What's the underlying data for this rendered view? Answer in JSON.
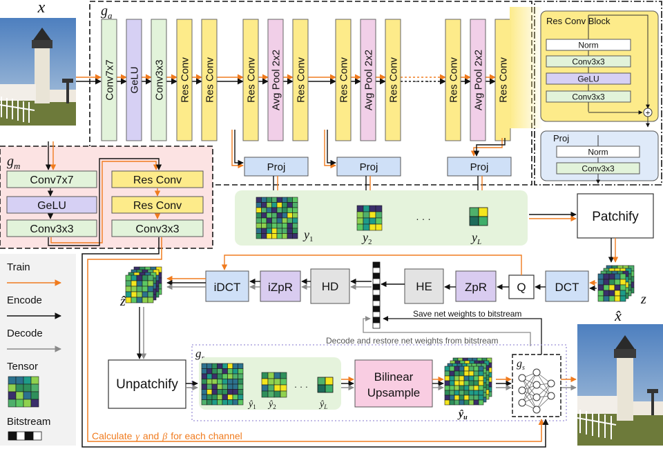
{
  "symbols": {
    "x": "x",
    "x_hat": "x̂",
    "g_a": "g",
    "g_a_sub": "a",
    "g_m": "g",
    "g_m_sub": "m",
    "g_r": "g",
    "g_r_sub": "r",
    "g_s": "g",
    "g_s_sub": "s",
    "y1": "y",
    "y1_sub": "1",
    "y2": "y",
    "y2_sub": "2",
    "yL": "y",
    "yL_sub": "L",
    "z": "z",
    "z_hat": "ẑ",
    "y1_hat": "ŷ",
    "y2_hat": "ŷ",
    "yL_hat": "ŷ",
    "yu_hat": "ŷ",
    "yu_sub": "u",
    "ellipsis": "· · ·"
  },
  "g_a": {
    "blocks": [
      "Conv7x7",
      "GeLU",
      "Conv3x3",
      "Res Conv",
      "Res Conv",
      "Res Conv",
      "Avg Pool 2x2",
      "Res Conv",
      "Res Conv",
      "Avg Pool 2x2",
      "Res Conv",
      "Res Conv",
      "Avg Pool 2x2",
      "Res Conv"
    ],
    "proj_label": "Proj"
  },
  "res_conv_block": {
    "title": "Res Conv Block",
    "layers": [
      "Norm",
      "Conv3x3",
      "GeLU",
      "Conv3x3"
    ],
    "plus": "+"
  },
  "proj_block": {
    "title": "Proj",
    "layers": [
      "Norm",
      "Conv3x3"
    ]
  },
  "g_m": {
    "left": [
      "Conv7x7",
      "GeLU",
      "Conv3x3"
    ],
    "right": [
      "Res Conv",
      "Res Conv",
      "Conv3x3"
    ]
  },
  "pipeline": {
    "patchify": "Patchify",
    "dct": "DCT",
    "q": "Q",
    "zpr": "ZpR",
    "he": "HE",
    "hd": "HD",
    "izpr": "iZpR",
    "idct": "iDCT",
    "unpatchify": "Unpatchify",
    "bilinear1": "Bilinear",
    "bilinear2": "Upsample"
  },
  "annotations": {
    "save": "Save net weights to bitstream",
    "decode": "Decode and restore net weights from bitstream",
    "calc_pre": "Calculate",
    "calc_gamma": "γ",
    "calc_and": "and",
    "calc_beta": "β",
    "calc_post": "for each channel"
  },
  "legend": {
    "train": "Train",
    "encode": "Encode",
    "decode": "Decode",
    "tensor": "Tensor",
    "bitstream": "Bitstream"
  },
  "colors": {
    "conv_green": "#e2f3da",
    "gelu_purple": "#d6d0f4",
    "res_yellow": "#fdeb8a",
    "pool_pink": "#f1cfe8",
    "proj_blue": "#cfe0f7",
    "zpr_purple": "#d9ccf0",
    "hd_gray": "#e3e3e3",
    "bilinear_pink": "#f9cde2",
    "panel_green": "#e5f3dc",
    "gm_pink": "#fce3e3",
    "train_orange": "#f07b1e",
    "decode_gray": "#8a8a8a"
  }
}
